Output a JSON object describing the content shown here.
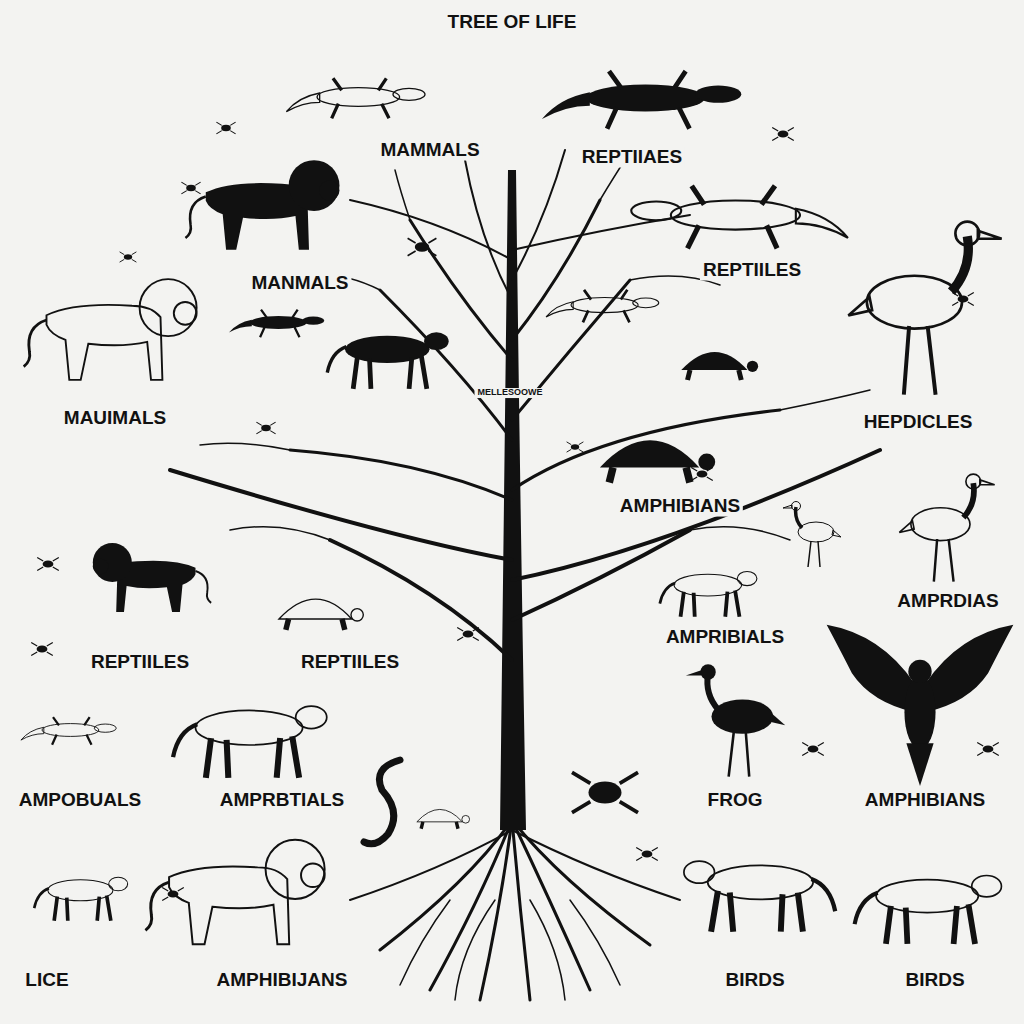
{
  "diagram": {
    "title": "TREE OF LIFE",
    "labels": [
      "MAMMALS",
      "REPTIIAES",
      "MANMALS",
      "REPTIILES",
      "MAUIMALS",
      "MELLESOOWE",
      "HEPDICLES",
      "AMPHIBIANS",
      "AMPRDIAS",
      "AMPRIBIALS",
      "REPTIILES",
      "REPTIILES",
      "AMPOBUALS",
      "AMPRBTIALS",
      "FROG",
      "AMPHIBIANS",
      "LICE",
      "AMPHIBIJANS",
      "BIRDS",
      "BIRDS"
    ]
  }
}
